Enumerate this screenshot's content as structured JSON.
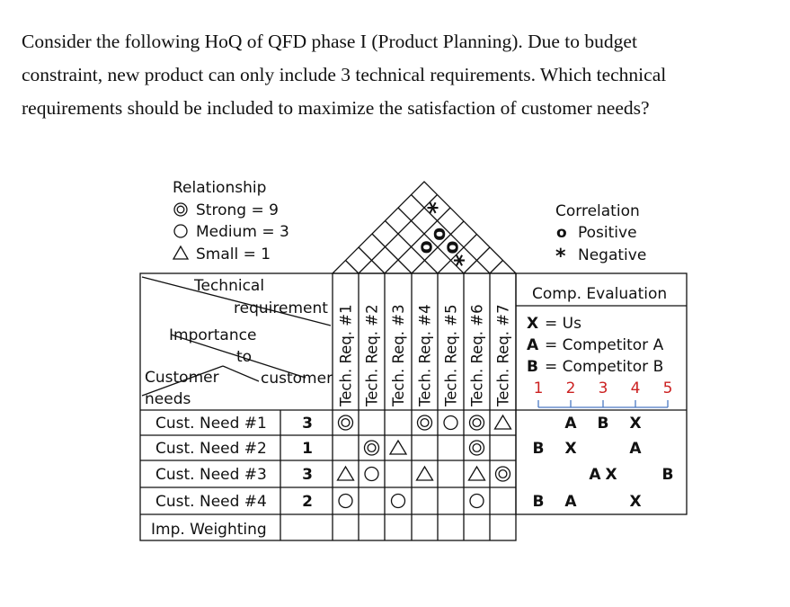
{
  "question": {
    "lines": [
      "Consider the following HoQ of QFD phase I (Product Planning). Due to budget",
      "constraint, new product can only include 3 technical requirements. Which technical",
      "requirements should be included to maximize the satisfaction of customer needs?"
    ]
  },
  "legend_relationship": {
    "title": "Relationship",
    "strong": "Strong = 9",
    "medium": "Medium = 3",
    "small": "Small = 1"
  },
  "legend_correlation": {
    "title": "Correlation",
    "positive_symbol": "o",
    "positive": "Positive",
    "negative_symbol": "*",
    "negative": "Negative"
  },
  "corner": {
    "technical": "Technical",
    "requirement": "requirement",
    "importance": "Importance",
    "to": "to",
    "customer": "Customer",
    "customer2": "customer",
    "needs": "needs"
  },
  "tech_reqs": [
    "Tech. Req. #1",
    "Tech. Req. #2",
    "Tech. Req. #3",
    "Tech. Req. #4",
    "Tech. Req. #5",
    "Tech. Req. #6",
    "Tech. Req. #7"
  ],
  "comp_eval": {
    "title": "Comp. Evaluation",
    "x_letter": "X",
    "x_text": "= Us",
    "a_letter": "A",
    "a_text": "= Competitor A",
    "b_letter": "B",
    "b_text": "= Competitor B",
    "scale": [
      "1",
      "2",
      "3",
      "4",
      "5"
    ]
  },
  "customer_needs": [
    {
      "name": "Cust. Need #1",
      "importance": "3",
      "relationships": [
        "strong",
        "",
        "",
        "strong",
        "medium",
        "strong",
        "small"
      ],
      "ratings": {
        "X": 4,
        "A": 2,
        "B": 3
      }
    },
    {
      "name": "Cust. Need #2",
      "importance": "1",
      "relationships": [
        "",
        "strong",
        "small",
        "",
        "",
        "strong",
        ""
      ],
      "ratings": {
        "X": 2,
        "A": 4,
        "B": 1
      }
    },
    {
      "name": "Cust. Need #3",
      "importance": "3",
      "relationships": [
        "small",
        "medium",
        "",
        "small",
        "",
        "small",
        "strong"
      ],
      "ratings": {
        "X": 3,
        "A": 3,
        "B": 5
      }
    },
    {
      "name": "Cust. Need #4",
      "importance": "2",
      "relationships": [
        "medium",
        "",
        "medium",
        "",
        "",
        "medium",
        ""
      ],
      "ratings": {
        "X": 4,
        "A": 2,
        "B": 1
      }
    }
  ],
  "imp_weighting": "Imp. Weighting",
  "roof_correlations": [
    {
      "pair": [
        "Tech. Req. #2",
        "Tech. Req. #7"
      ],
      "symbol": "*"
    },
    {
      "pair": [
        "Tech. Req. #3",
        "Tech. Req. #6"
      ],
      "symbol": "o"
    },
    {
      "pair": [
        "Tech. Req. #3",
        "Tech. Req. #5"
      ],
      "symbol": "o"
    },
    {
      "pair": [
        "Tech. Req. #4",
        "Tech. Req. #6"
      ],
      "symbol": "o"
    },
    {
      "pair": [
        "Tech. Req. #5",
        "Tech. Req. #6"
      ],
      "symbol": "*"
    }
  ]
}
